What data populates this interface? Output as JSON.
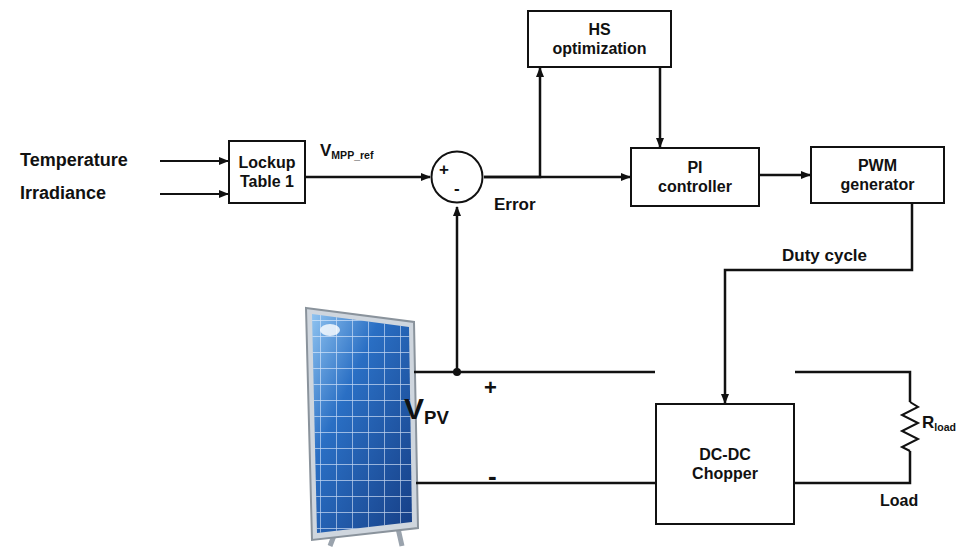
{
  "diagram": {
    "nodes": [
      {
        "text": [
          "Lockup Table 1"
        ]
      },
      {
        "text": [
          "+",
          "-"
        ]
      },
      {
        "text": [
          "HS optimization"
        ]
      },
      {
        "text": [
          "PI controller"
        ]
      },
      {
        "text": [
          "PWM generator"
        ]
      },
      {
        "text": [
          "DC-DC Chopper"
        ]
      }
    ],
    "edges": [
      {
        "from": 0,
        "to": 1,
        "arrow": "to",
        "label": "VMPP_ref"
      },
      {
        "from": 1,
        "to": 2,
        "arrow": "to"
      },
      {
        "from": 1,
        "to": 3,
        "arrow": "to",
        "label": "Error"
      },
      {
        "from": 2,
        "to": 3,
        "arrow": "to"
      },
      {
        "from": 3,
        "to": 4,
        "arrow": "to"
      },
      {
        "from": 4,
        "to": 5,
        "arrow": "to",
        "label": "Duty cycle"
      }
    ],
    "labels": [
      "Temperature",
      "Irradiance",
      "+",
      "VPV",
      "-",
      "Rload",
      "Load"
    ]
  }
}
